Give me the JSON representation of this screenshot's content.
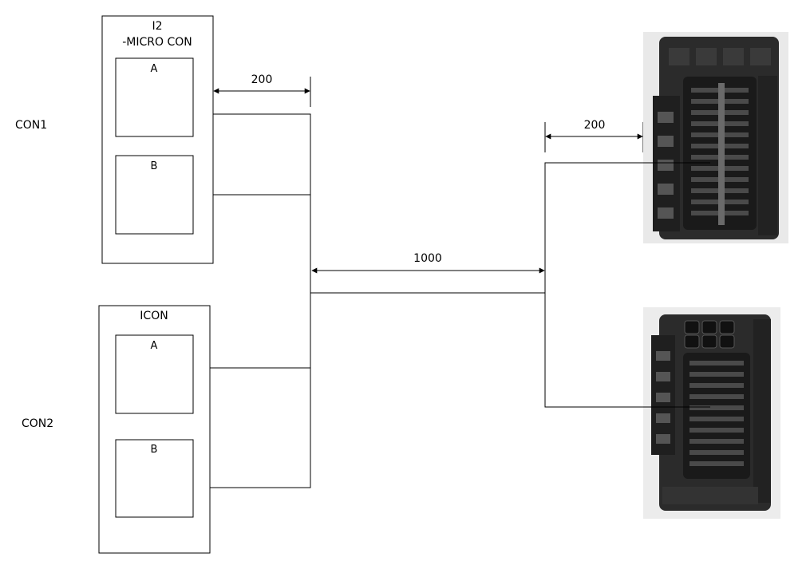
{
  "labels": {
    "con1": "CON1",
    "con2": "CON2"
  },
  "micro_con": {
    "title_line1": "I2",
    "title_line2": "-MICRO CON",
    "slot_a": "A",
    "slot_b": "B"
  },
  "icon_box": {
    "title": "ICON",
    "slot_a": "A",
    "slot_b": "B"
  },
  "dimensions": {
    "left_branch": "200",
    "main_run": "1000",
    "right_branch": "200"
  },
  "colors": {
    "line": "#000000",
    "connector_body": "#2b2b2b",
    "connector_shade": "#1a1a1a",
    "photo_bg": "#e9e9e9"
  }
}
